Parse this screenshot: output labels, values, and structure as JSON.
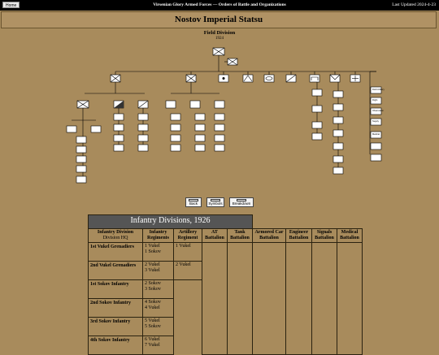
{
  "topbar": {
    "home_label": "Home",
    "site_title": "Virsenian Glory Armed Forces — Orders of Battle and Organizations",
    "updated": "Last Updated 2024-4-23"
  },
  "page_title": "Nostov Imperial Statsu",
  "org": {
    "title": "Field Division",
    "year": "1924",
    "labels": [
      "Field Artillery",
      "Flight",
      "Observation",
      "Supply",
      "Medical"
    ]
  },
  "nav": {
    "back": "Back",
    "symbols": "Symbols",
    "breakdown": "Breakdown"
  },
  "table": {
    "heading": "Infantry Divisions, 1926",
    "columns": {
      "division": "Infantry Division",
      "division_sub": "Division HQ",
      "regiments": "Infantry Regiments",
      "artillery": "Artillery Regiment",
      "at": "AT Battalion",
      "tank": "Tank Battalion",
      "armored_car": "Armored Car Battalion",
      "engineer": "Engineer Battalion",
      "signals": "Signals Battalion",
      "medical": "Medical Battalion"
    },
    "rows": [
      {
        "name": "1st Vukel Grenadiers",
        "reg1": "1 Vukel",
        "reg2": "1 Sokov",
        "art": "1 Vukel"
      },
      {
        "name": "2nd Vukel Grenadiers",
        "reg1": "2 Vukel",
        "reg2": "3 Vukel",
        "art": "2 Vukel"
      },
      {
        "name": "1st Sokov Infantry",
        "reg1": "2 Sokov",
        "reg2": "3 Sokov",
        "art": ""
      },
      {
        "name": "2nd Sokov Infantry",
        "reg1": "4 Sokov",
        "reg2": "4 Vukel",
        "art": ""
      },
      {
        "name": "3rd Sokov Infantry",
        "reg1": "5 Vukel",
        "reg2": "5 Sokov",
        "art": ""
      },
      {
        "name": "4th Sokov Infantry",
        "reg1": "6 Vukel",
        "reg2": "7 Vukel",
        "art": ""
      }
    ]
  }
}
